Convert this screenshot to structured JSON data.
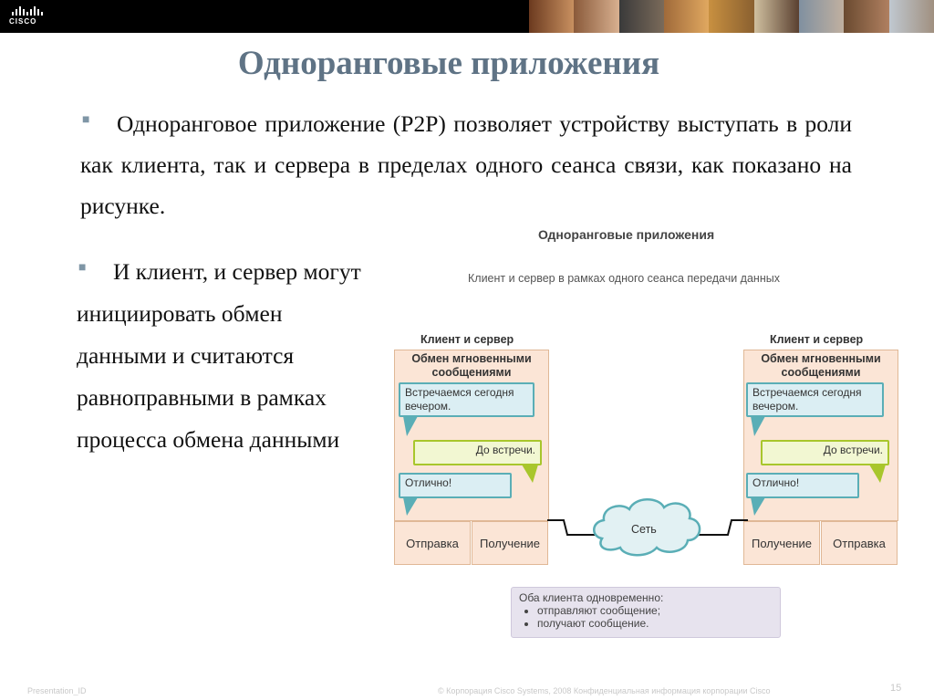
{
  "header": {
    "logo_text": "CISCO"
  },
  "slide": {
    "title": "Одноранговые приложения",
    "bullet1": "Одноранговое приложение (P2P) позволяет устройству выступать в роли как клиента, так и сервера в пределах одного сеанса связи, как показано на рисунке.",
    "bullet2": "И клиент, и сервер могут инициировать обмен данными и считаются равноправными в рамках процесса обмена данными"
  },
  "diagram": {
    "title": "Одноранговые приложения",
    "subtitle": "Клиент и сервер в рамках одного сеанса передачи данных",
    "left": {
      "label": "Клиент и сервер",
      "app_title": "Обмен мгновенными сообщениями",
      "msg1": "Встречаемся сегодня вечером.",
      "msg2": "До встречи.",
      "msg3": "Отлично!",
      "port1": "Отправка",
      "port2": "Получение"
    },
    "right": {
      "label": "Клиент и сервер",
      "app_title": "Обмен мгновенными сообщениями",
      "msg1": "Встречаемся сегодня вечером.",
      "msg2": "До встречи.",
      "msg3": "Отлично!",
      "port1": "Получение",
      "port2": "Отправка"
    },
    "network": "Сеть",
    "note_title": "Оба клиента одновременно:",
    "note_items": [
      "отправляют сообщение;",
      "получают сообщение."
    ]
  },
  "footer": {
    "presentation_id": "Presentation_ID",
    "copyright": "© Корпорация Cisco Systems, 2008 Конфиденциальная информация корпорации Cisco",
    "page": "15"
  },
  "colors": {
    "title": "#5f7385",
    "bubble_blue": "#5aaeb6",
    "bubble_yellow": "#a8c62c",
    "peach": "#fbe5d6"
  }
}
